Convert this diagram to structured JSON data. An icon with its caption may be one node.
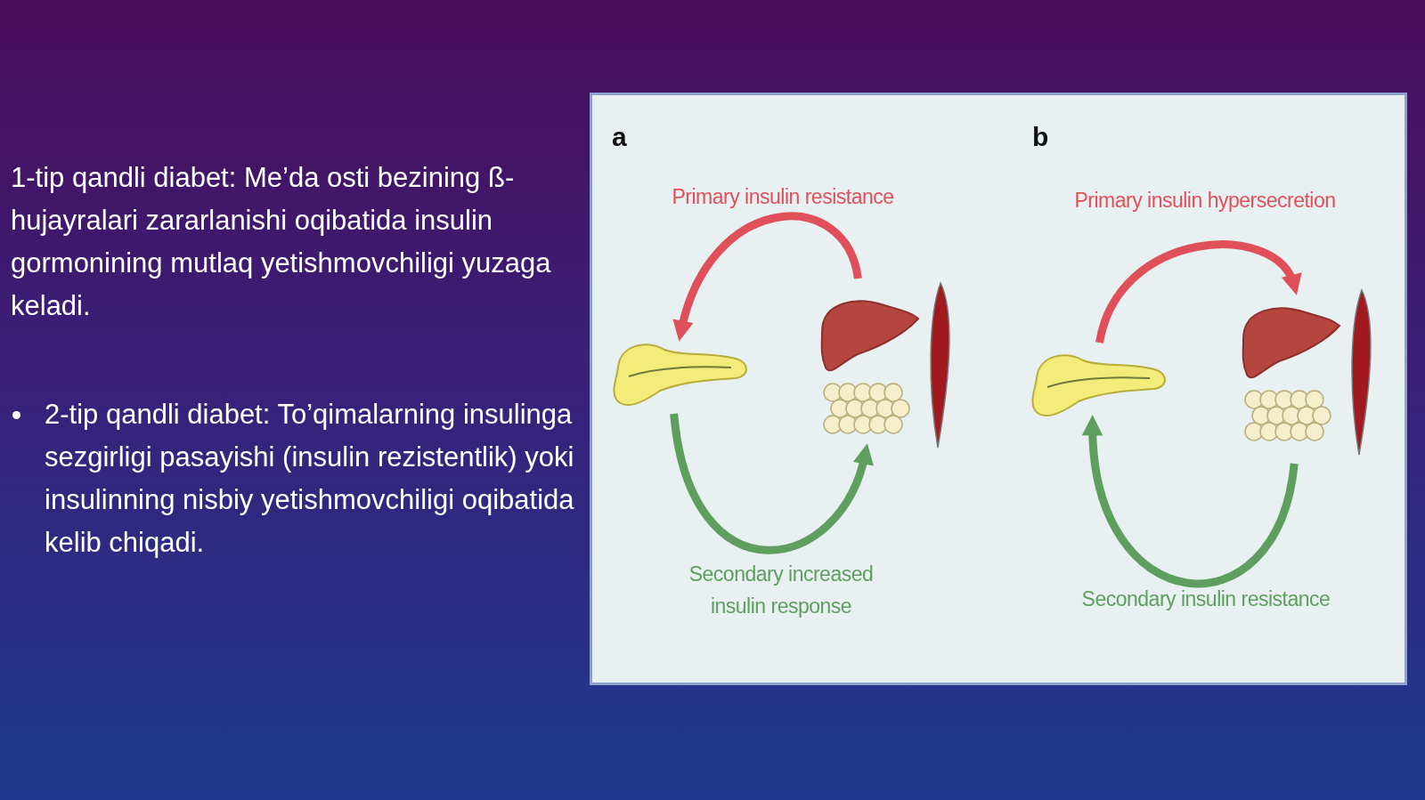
{
  "diagram": {
    "nodes": [
      {
        "text": [],
        "shape": "picture"
      },
      {
        "text": [],
        "shape": "picture"
      },
      {
        "text": [],
        "shape": "picture"
      },
      {
        "text": [],
        "shape": "picture"
      }
    ],
    "edges": [
      {
        "from": 1,
        "to": 0,
        "arrow": "to",
        "label": "Primary insulin resistance",
        "color": "#e0505a"
      },
      {
        "from": 0,
        "to": 1,
        "arrow": "to",
        "label": "Secondary increased insulin response",
        "color": "#5e9e5e"
      },
      {
        "from": 2,
        "to": 3,
        "arrow": "to",
        "label": "Primary insulin hypersecretion",
        "color": "#e0505a"
      },
      {
        "from": 3,
        "to": 2,
        "arrow": "to",
        "label": "Secondary insulin resistance",
        "color": "#5e9e5e"
      }
    ],
    "labels": [
      "1-tip qandli diabet: Me’da osti bezining ß-hujayralari zararlanishi oqibatida insulin gormonining mutlaq yetishmovchiligi yuzaga keladi.",
      "2-tip qandli diabet: To’qimalarning insulinga sezgirligi pasayishi (insulin rezistentlik) yoki insulinning nisbiy yetishmovchiligi oqibatida kelib chiqadi.",
      "a",
      "b"
    ]
  }
}
